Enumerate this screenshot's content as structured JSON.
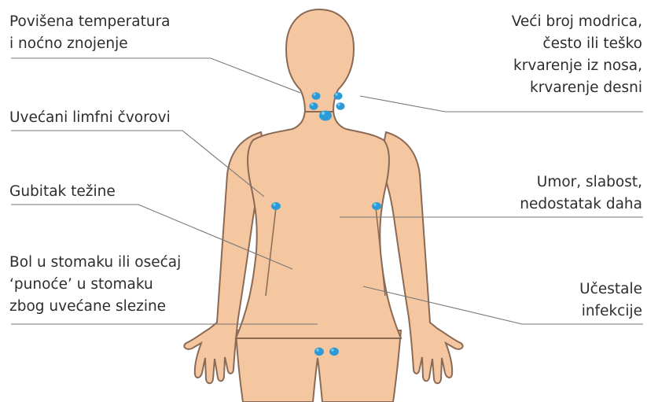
{
  "colors": {
    "skin": "#f4c7a1",
    "outline": "#8b6a55",
    "node": "#2b9bd6",
    "node_highlight": "#7cc8ee",
    "leader_line": "#777777",
    "text": "#2d2d2d"
  },
  "symptoms": {
    "fever": [
      "Povišena temperatura",
      "i noćno znojenje"
    ],
    "bruising": [
      "Veći broj modrica,",
      "često ili teško",
      "krvarenje iz nosa,",
      "krvarenje desni"
    ],
    "lymph_nodes": [
      "Uvećani limfni čvorovi"
    ],
    "weight_loss": [
      "Gubitak težine"
    ],
    "fatigue": [
      "Umor, slabost,",
      "nedostatak daha"
    ],
    "abdominal": [
      "Bol u stomaku ili osećaj",
      "‘punoće’ u stomaku",
      "zbog uvećane slezine"
    ],
    "infections": [
      "Učestale",
      "infekcije"
    ]
  }
}
